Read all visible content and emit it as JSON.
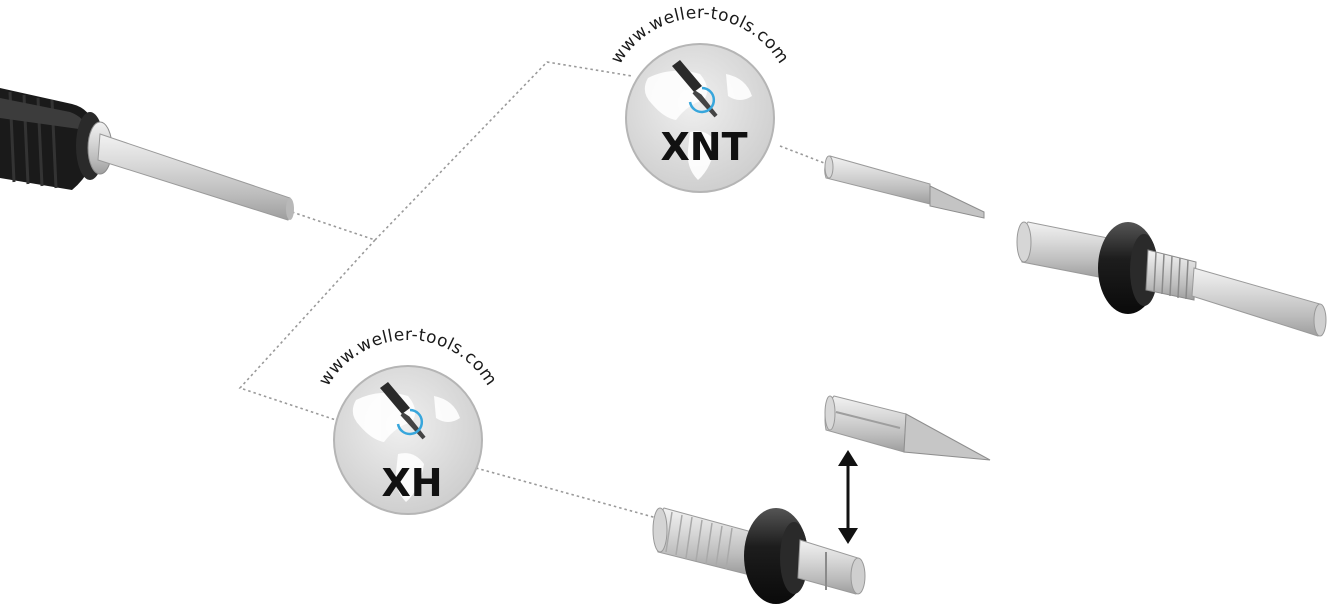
{
  "badges": [
    {
      "ring_text": "www.weller-tools.com",
      "label": "XNT"
    },
    {
      "ring_text": "www.weller-tools.com",
      "label": "XH"
    }
  ],
  "colors": {
    "accent": "#37a6dc",
    "badge_fill": "#dcdcdc",
    "connector": "#9a9a9a",
    "metal": "#c9c9c9",
    "handle": "#1b1b1b"
  },
  "icons": {
    "badge": "soldering-iron-globe-icon",
    "swap": "double-arrow-vertical-icon"
  }
}
